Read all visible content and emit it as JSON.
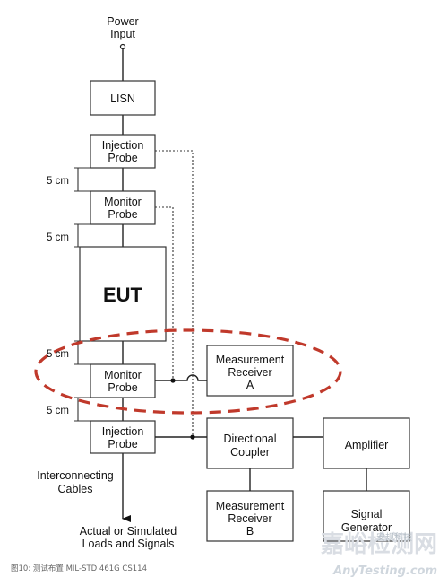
{
  "labels": {
    "power_input_1": "Power",
    "power_input_2": "Input",
    "lisn": "LISN",
    "injection_probe_top_1": "Injection",
    "injection_probe_top_2": "Probe",
    "monitor_probe_top_1": "Monitor",
    "monitor_probe_top_2": "Probe",
    "eut": "EUT",
    "monitor_probe_bottom_1": "Monitor",
    "monitor_probe_bottom_2": "Probe",
    "injection_probe_bottom_1": "Injection",
    "injection_probe_bottom_2": "Probe",
    "meas_receiver_a_1": "Measurement",
    "meas_receiver_a_2": "Receiver",
    "meas_receiver_a_3": "A",
    "directional_coupler_1": "Directional",
    "directional_coupler_2": "Coupler",
    "amplifier": "Amplifier",
    "meas_receiver_b_1": "Measurement",
    "meas_receiver_b_2": "Receiver",
    "meas_receiver_b_3": "B",
    "signal_generator_1": "Signal",
    "signal_generator_2": "Generator",
    "interconnecting_1": "Interconnecting",
    "interconnecting_2": "Cables",
    "loads_1": "Actual or Simulated",
    "loads_2": "Loads and Signals",
    "spacing_1": "5 cm",
    "spacing_2": "5 cm",
    "spacing_3": "5 cm",
    "spacing_4": "5 cm"
  },
  "caption": "图10: 测试布置 MIL-STD 461G CS114",
  "watermark": {
    "chinese": "嘉峪检测网",
    "english": "AnyTesting.com",
    "small": "·安规科技"
  },
  "colors": {
    "line": "#222222",
    "highlight_ellipse": "#c0392b"
  }
}
